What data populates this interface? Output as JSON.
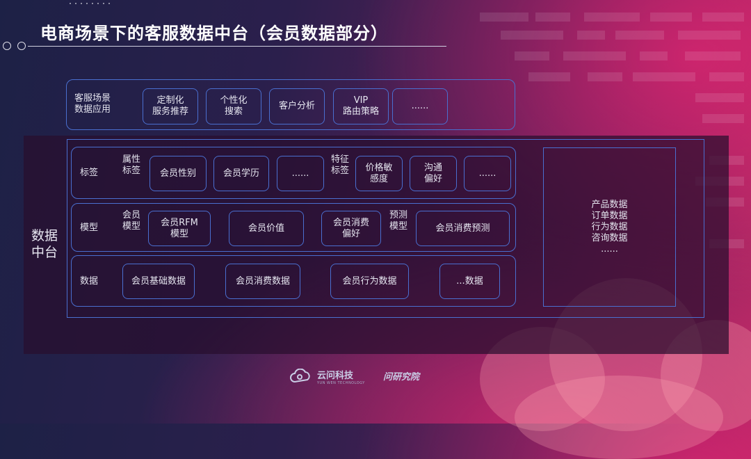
{
  "title": "电商场景下的客服数据中台（会员数据部分）",
  "app_layer": {
    "label": "客服场景\n数据应用",
    "items": [
      "定制化\n服务推荐",
      "个性化\n搜索",
      "客户分析",
      "VIP\n路由策略",
      "......"
    ]
  },
  "platform_label": "数据\n中台",
  "tag_row": {
    "label": "标签",
    "group1_label": "属性\n标签",
    "group1_items": [
      "会员性别",
      "会员学历",
      "......"
    ],
    "group2_label": "特征\n标签",
    "group2_items": [
      "价格敏\n感度",
      "沟通\n偏好",
      "......"
    ]
  },
  "model_row": {
    "label": "模型",
    "group1_label": "会员\n模型",
    "group1_items": [
      "会员RFM\n模型",
      "会员价值",
      "会员消费\n偏好"
    ],
    "group2_label": "预测\n模型",
    "group2_items": [
      "会员消费预测"
    ]
  },
  "data_row": {
    "label": "数据",
    "items": [
      "会员基础数据",
      "会员消费数据",
      "会员行为数据",
      "...数据"
    ]
  },
  "side_data": "产品数据\n订单数据\n行为数据\n咨询数据\n......",
  "footer": {
    "logo_text": "云问科技",
    "logo_sub": "YUN WEN TECHNOLOGY",
    "institute": "问研究院"
  }
}
